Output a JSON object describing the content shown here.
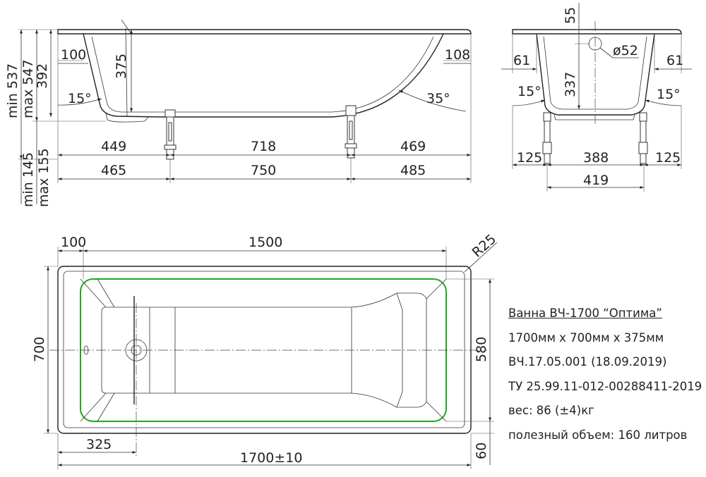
{
  "side_view": {
    "left_vertical": [
      "min 537",
      "max 547",
      "392"
    ],
    "foot_vertical": [
      "min 145",
      "max 155"
    ],
    "depth": "375",
    "end_lip_left": "100",
    "end_lip_right": "108",
    "angle_left": "15°",
    "angle_right": "35°",
    "row1": [
      "449",
      "718",
      "469"
    ],
    "row2": [
      "465",
      "750",
      "485"
    ]
  },
  "end_view": {
    "top": "55",
    "drain": "ø52",
    "lip_left": "61",
    "lip_right": "61",
    "depth": "337",
    "angle_left": "15°",
    "angle_right": "15°",
    "row1": [
      "125",
      "388",
      "125"
    ],
    "total": "419"
  },
  "plan_view": {
    "top_left": "100",
    "top_main": "1500",
    "radius": "R25",
    "width": "700",
    "inner_width": "580",
    "drain_offset": "325",
    "rim": "60",
    "length": "1700±10"
  },
  "spec": {
    "title": "Ванна ВЧ-1700 “Оптима”",
    "size": "1700мм х 700мм х 375мм",
    "code": "ВЧ.17.05.001 (18.09.2019)",
    "tu": "ТУ 25.99.11-012-00288411-2019",
    "weight": "вес: 86 (±4)кг",
    "volume": "полезный объем: 160 литров"
  }
}
